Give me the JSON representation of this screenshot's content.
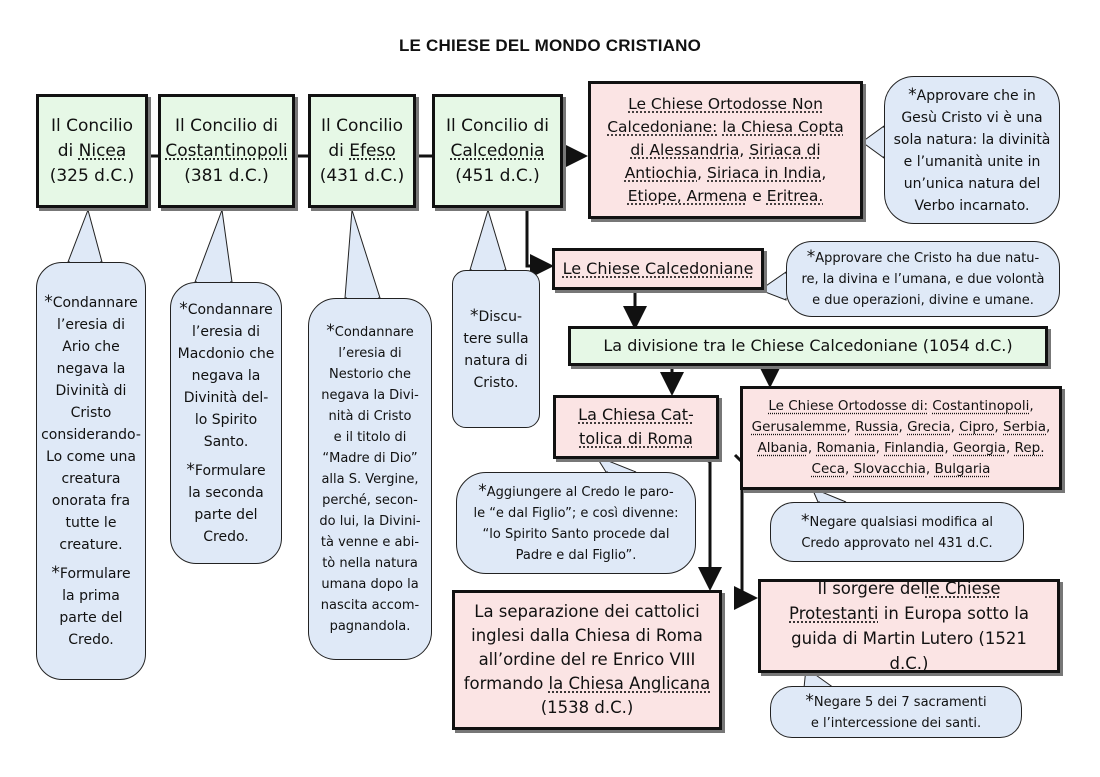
{
  "title": "LE CHIESE DEL MONDO CRISTIANO",
  "councils": [
    {
      "line1": "Il Concilio",
      "pre": "di ",
      "place": "Nicea",
      "date": "(325 d.C.)"
    },
    {
      "line1": "Il Concilio di",
      "pre": "",
      "place": "Costantinopoli",
      "date": "(381 d.C.)"
    },
    {
      "line1": "Il Concilio",
      "pre": "di ",
      "place": "Efeso",
      "date": "(431 d.C.)"
    },
    {
      "line1": "Il Concilio di",
      "pre": "",
      "place": "Calcedonia",
      "date": "(451 d.C.)"
    }
  ],
  "council_notes": {
    "nicea": {
      "a": "Condannare\nl’eresia di\nArio che\nnegava la\nDivinità di\nCristo\nconsiderando-\nLo come una\ncreatura\nonorata fra\ntutte le\ncreature.",
      "b": "Formulare\nla prima\nparte del\nCredo."
    },
    "costantinopoli": {
      "a": "Condannare\nl’eresia di\nMacdonio che\nnegava la\nDivinità del-\nlo Spirito\nSanto.",
      "b": "Formulare\nla seconda\nparte del\nCredo."
    },
    "efeso": {
      "a": "Condannare\nl’eresia di\nNestorio che\nnegava la Divi-\nnità di Cristo\ne il titolo di\n“Madre di Dio”\nalla S. Vergine,\nperché, secon-\ndo lui, la Divini-\ntà venne e abi-\ntò nella natura\numana dopo la\nnascita accom-\npagnandola."
    },
    "calcedonia": {
      "a": "Discu-\ntere sulla\nnatura di\nCristo."
    }
  },
  "non_chalcedonian": {
    "heading": "Le Chiese Ortodosse Non Calcedoniane:",
    "c1": "la Chiesa Copta di Alessandria",
    "sep1": ", ",
    "c2": "Siriaca di Antiochia",
    "sep2": ", ",
    "c3": "Siriaca in India",
    "sep3": ", ",
    "c4": "Etiope, Armena",
    "sep4": " e ",
    "c5": "Eritrea."
  },
  "non_chalcedonian_note": "Approvare che in\nGesù Cristo vi è una\nsola natura: la divinità\ne l’umanità unite in\nun’unica natura del\nVerbo incarnato.",
  "chalcedonian": {
    "label": "Le Chiese Calcedoniane"
  },
  "chalcedonian_note": "Approvare che Cristo ha due natu-\nre, la divina e l’umana, e due volontà\ne due operazioni, divine e umane.",
  "division": {
    "label": "La divisione tra le Chiese Calcedoniane (1054 d.C.)"
  },
  "catholic": {
    "line1": "La Chiesa Cat-",
    "line2": "tolica di Roma"
  },
  "catholic_note": "Aggiungere al Credo le paro-\nle “e dal Figlio”; e così divenne:\n“lo Spirito Santo procede dal\nPadre e dal Figlio”.",
  "orthodox": {
    "heading": "Le Chiese Ortodosse di:",
    "items": [
      "Costantinopoli",
      "Gerusalemme",
      "Russia",
      "Grecia",
      "Cipro",
      "Serbia",
      "Albania",
      "Romania",
      "Finlandia",
      "Georgia",
      "Rep. Ceca",
      "Slovacchia",
      "Bulgaria"
    ],
    "sep": ", "
  },
  "orthodox_note": "Negare qualsiasi modifica al\nCredo approvato nel 431 d.C.",
  "anglican": {
    "text": "La separazione dei cattolici\ninglesi dalla Chiesa di Roma\nall’ordine del re Enrico VIII\nformando ",
    "name": "la Chiesa Anglicana",
    "date": "(1538 d.C.)"
  },
  "protestant": {
    "pre": "Il sorgere del",
    "name": "le Chiese Protestanti",
    "post": " in Europa sotto la guida di Martin Lutero (1521 d.C.)"
  },
  "protestant_note": "Negare 5 dei 7 sacramenti\ne l’intercessione dei santi.",
  "star": "*",
  "colors": {
    "council_fill": "#e6f8e6",
    "church_fill": "#fbe4e4",
    "bubble_fill": "#dfe9f7",
    "line": "#111111"
  }
}
